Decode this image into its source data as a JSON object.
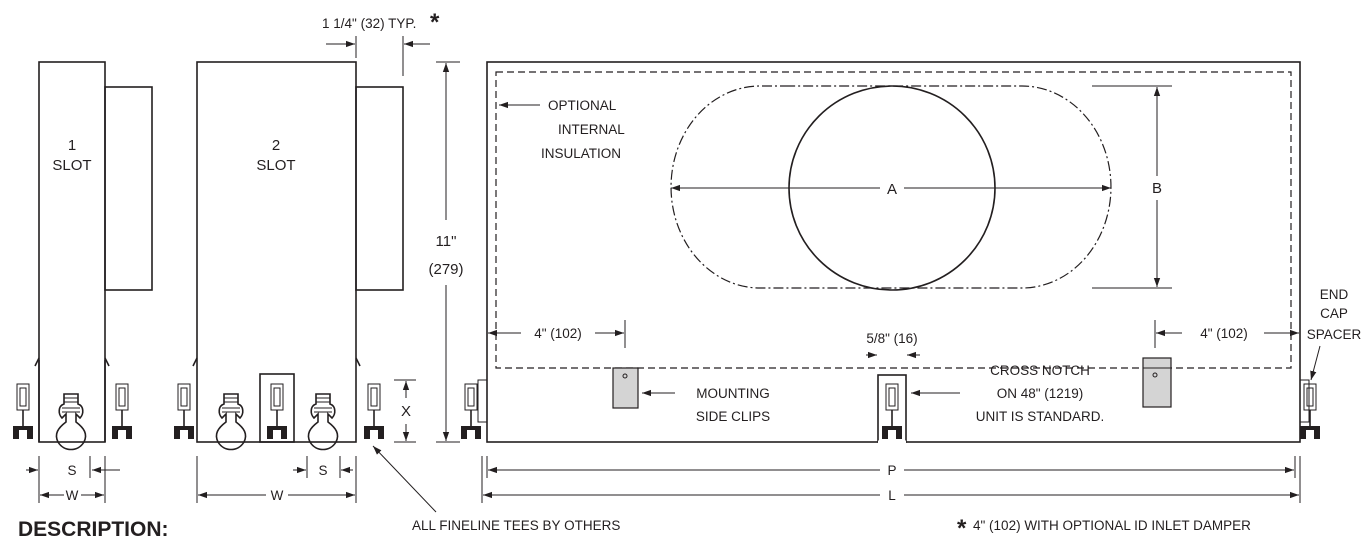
{
  "labels": {
    "slot1_num": "1",
    "slot1_word": "SLOT",
    "slot2_num": "2",
    "slot2_word": "SLOT",
    "typ_dim": "1 1/4\" (32) TYP.",
    "asterisk": "*",
    "height_in": "11\"",
    "height_mm": "(279)",
    "insulation_1": "OPTIONAL",
    "insulation_2": "INTERNAL",
    "insulation_3": "INSULATION",
    "dim_a": "A",
    "dim_b": "B",
    "end_cap_1": "END",
    "end_cap_2": "CAP",
    "end_cap_3": "SPACER",
    "left_offset": "4\" (102)",
    "right_offset": "4\" (102)",
    "notch_dim": "5/8\" (16)",
    "notch_note_1": "CROSS NOTCH",
    "notch_note_2": "ON 48\" (1219)",
    "notch_note_3": "UNIT IS STANDARD.",
    "clips_1": "MOUNTING",
    "clips_2": "SIDE CLIPS",
    "dim_x": "X",
    "dim_s1": "S",
    "dim_s2": "S",
    "dim_w1": "W",
    "dim_w2": "W",
    "dim_p": "P",
    "dim_l": "L",
    "tees_note": "ALL FINELINE TEES BY OTHERS",
    "damper_note": "4\" (102) WITH OPTIONAL ID INLET DAMPER",
    "description": "DESCRIPTION:"
  }
}
